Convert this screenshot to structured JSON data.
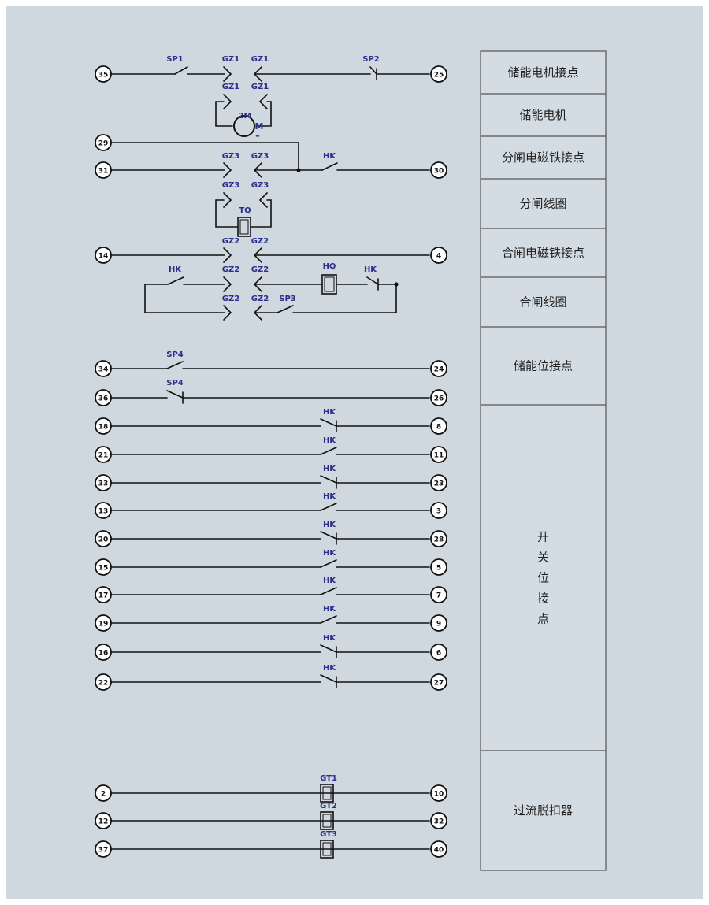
{
  "colors": {
    "panel_background": "#d0d8df",
    "wire": "#111111",
    "label_text": "#2b2e8a",
    "legend_border": "#555555",
    "legend_fill": "#d4dce3"
  },
  "terminals": {
    "t35": "35",
    "t25": "25",
    "t29": "29",
    "t31": "31",
    "t30": "30",
    "t14": "14",
    "t4": "4",
    "t34": "34",
    "t24": "24",
    "t36": "36",
    "t26": "26",
    "t18": "18",
    "t8": "8",
    "t21": "21",
    "t11": "11",
    "t33": "33",
    "t23": "23",
    "t13": "13",
    "t3": "3",
    "t20": "20",
    "t28": "28",
    "t15": "15",
    "t5": "5",
    "t17": "17",
    "t7": "7",
    "t19": "19",
    "t9": "9",
    "t16": "16",
    "t6": "6",
    "t22": "22",
    "t27": "27",
    "t2": "2",
    "t10": "10",
    "t12": "12",
    "t32": "32",
    "t37": "37",
    "t40": "40"
  },
  "labels": {
    "sp1": "SP1",
    "sp2": "SP2",
    "sp3": "SP3",
    "sp4": "SP4",
    "gz1": "GZ1",
    "gz2": "GZ2",
    "gz3": "GZ3",
    "motor_ref": "2M",
    "motor_letter": "M",
    "motor_dc": "–",
    "tq": "TQ",
    "hq": "HQ",
    "hk": "HK",
    "gt1": "GT1",
    "gt2": "GT2",
    "gt3": "GT3"
  },
  "legend": [
    {
      "id": "storage-motor-contact",
      "label": "储能电机接点"
    },
    {
      "id": "storage-motor",
      "label": "储能电机"
    },
    {
      "id": "opening-magnet-contact",
      "label": "分闸电磁铁接点"
    },
    {
      "id": "opening-coil",
      "label": "分闸线圈"
    },
    {
      "id": "closing-magnet-contact",
      "label": "合闸电磁铁接点"
    },
    {
      "id": "closing-coil",
      "label": "合闸线圈"
    },
    {
      "id": "storage-position-contact",
      "label": "储能位接点"
    },
    {
      "id": "switch-position-contact",
      "label": "开关位接点"
    },
    {
      "id": "overcurrent-release",
      "label": "过流脱扣器"
    }
  ]
}
